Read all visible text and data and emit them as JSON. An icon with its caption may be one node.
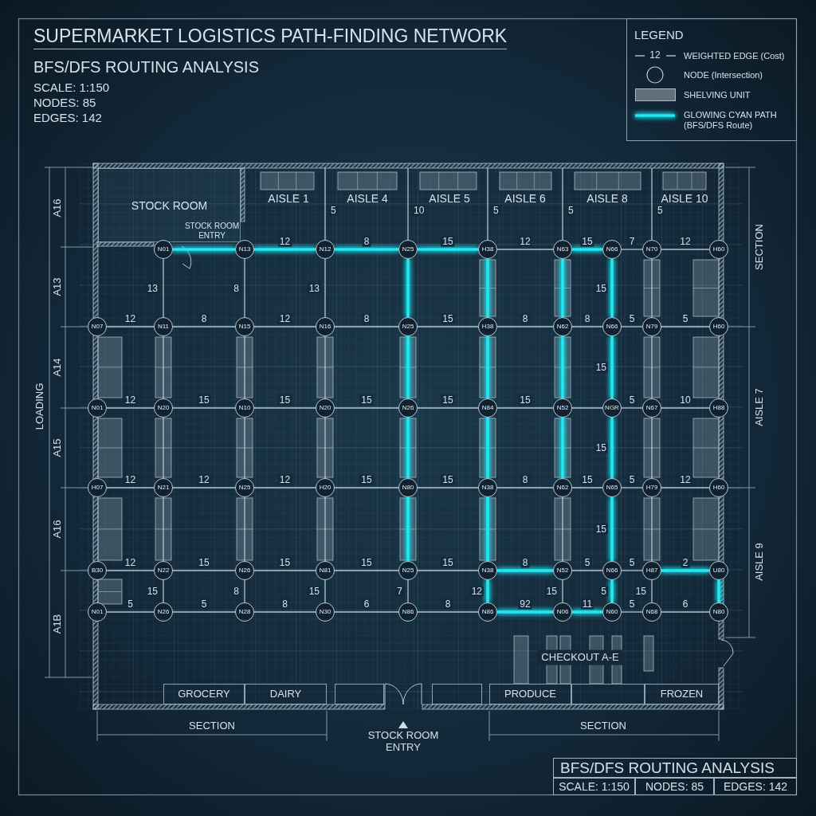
{
  "diagram": {
    "title": "SUPERMARKET LOGISTICS PATH-FINDING NETWORK",
    "nodes": [
      {
        "text": [
          "STOCK ROOM"
        ]
      },
      {
        "text": [
          "N01"
        ]
      },
      {
        "text": [
          "N13"
        ]
      },
      {
        "text": [
          "N12"
        ]
      },
      {
        "text": [
          "N25"
        ]
      },
      {
        "text": [
          "H38"
        ]
      },
      {
        "text": [
          "N63"
        ]
      },
      {
        "text": [
          "N66"
        ]
      },
      {
        "text": [
          "N70"
        ]
      },
      {
        "text": [
          "H60"
        ]
      },
      {
        "text": [
          "N07"
        ]
      },
      {
        "text": [
          "N11"
        ]
      },
      {
        "text": [
          "N15"
        ]
      },
      {
        "text": [
          "N16"
        ]
      },
      {
        "text": [
          "N25"
        ]
      },
      {
        "text": [
          "H38"
        ]
      },
      {
        "text": [
          "N62"
        ]
      },
      {
        "text": [
          "N66"
        ]
      },
      {
        "text": [
          "N79"
        ]
      },
      {
        "text": [
          "H60"
        ]
      },
      {
        "text": [
          "N01"
        ]
      },
      {
        "text": [
          "N20"
        ]
      },
      {
        "text": [
          "N10"
        ]
      },
      {
        "text": [
          "N20"
        ]
      },
      {
        "text": [
          "N26"
        ]
      },
      {
        "text": [
          "N84"
        ]
      },
      {
        "text": [
          "N52"
        ]
      },
      {
        "text": [
          "NGR"
        ]
      },
      {
        "text": [
          "N67"
        ]
      },
      {
        "text": [
          "H88"
        ]
      },
      {
        "text": [
          "H07"
        ]
      },
      {
        "text": [
          "N21"
        ]
      },
      {
        "text": [
          "N25"
        ]
      },
      {
        "text": [
          "H20"
        ]
      },
      {
        "text": [
          "N80"
        ]
      },
      {
        "text": [
          "N38"
        ]
      },
      {
        "text": [
          "N62"
        ]
      },
      {
        "text": [
          "N65"
        ]
      },
      {
        "text": [
          "H79"
        ]
      },
      {
        "text": [
          "H60"
        ]
      },
      {
        "text": [
          "B30"
        ]
      },
      {
        "text": [
          "N22"
        ]
      },
      {
        "text": [
          "N26"
        ]
      },
      {
        "text": [
          "N81"
        ]
      },
      {
        "text": [
          "N25"
        ]
      },
      {
        "text": [
          "N38"
        ]
      },
      {
        "text": [
          "N52"
        ]
      },
      {
        "text": [
          "N66"
        ]
      },
      {
        "text": [
          "H87"
        ]
      },
      {
        "text": [
          "U80"
        ]
      },
      {
        "text": [
          "N01"
        ]
      },
      {
        "text": [
          "N26"
        ]
      },
      {
        "text": [
          "N28"
        ]
      },
      {
        "text": [
          "N30"
        ]
      },
      {
        "text": [
          "N86"
        ]
      },
      {
        "text": [
          "N86"
        ]
      },
      {
        "text": [
          "N06"
        ]
      },
      {
        "text": [
          "N60"
        ]
      },
      {
        "text": [
          "N68"
        ]
      },
      {
        "text": [
          "N80"
        ]
      },
      {
        "text": [
          "GROCERY"
        ]
      },
      {
        "text": [
          "DAIRY"
        ]
      },
      {
        "text": [],
        "shape": "box"
      },
      {
        "text": [],
        "shape": "box"
      },
      {
        "text": [
          "PRODUCE"
        ]
      },
      {
        "text": [],
        "shape": "box"
      },
      {
        "text": [
          "FROZEN"
        ]
      }
    ],
    "edges": [
      {
        "from": null,
        "to": 3,
        "arrow": "none",
        "label": "5"
      },
      {
        "from": null,
        "to": 4,
        "arrow": "none",
        "label": "10"
      },
      {
        "from": null,
        "to": 5,
        "arrow": "none",
        "label": "5"
      },
      {
        "from": null,
        "to": 6,
        "arrow": "none",
        "label": "5"
      },
      {
        "from": null,
        "to": 8,
        "arrow": "none",
        "label": "5"
      },
      {
        "from": 1,
        "to": 2,
        "arrow": "none",
        "style": "thick",
        "color": "#22e6f2"
      },
      {
        "from": 2,
        "to": 3,
        "arrow": "none",
        "label": "12",
        "style": "thick",
        "color": "#22e6f2"
      },
      {
        "from": 3,
        "to": 4,
        "arrow": "none",
        "label": "8",
        "style": "thick",
        "color": "#22e6f2"
      },
      {
        "from": 4,
        "to": 5,
        "arrow": "none",
        "label": "15",
        "style": "thick",
        "color": "#22e6f2"
      },
      {
        "from": 5,
        "to": 6,
        "arrow": "none",
        "label": "12"
      },
      {
        "from": 6,
        "to": 7,
        "arrow": "none",
        "label": "15",
        "style": "thick",
        "color": "#22e6f2"
      },
      {
        "from": 7,
        "to": 8,
        "arrow": "none",
        "label": "7"
      },
      {
        "from": 8,
        "to": 9,
        "arrow": "none",
        "label": "12"
      },
      {
        "from": 1,
        "to": 11,
        "arrow": "none",
        "label": "13"
      },
      {
        "from": 2,
        "to": 12,
        "arrow": "none",
        "label": "8"
      },
      {
        "from": 3,
        "to": 13,
        "arrow": "none",
        "label": "13"
      },
      {
        "from": 4,
        "to": 14,
        "arrow": "none",
        "style": "thick",
        "color": "#22e6f2"
      },
      {
        "from": 5,
        "to": 15,
        "arrow": "none",
        "style": "thick",
        "color": "#22e6f2"
      },
      {
        "from": 6,
        "to": 16,
        "arrow": "none",
        "style": "thick",
        "color": "#22e6f2"
      },
      {
        "from": 7,
        "to": 17,
        "arrow": "none",
        "label": "15",
        "style": "thick",
        "color": "#22e6f2"
      },
      {
        "from": 8,
        "to": 18,
        "arrow": "none"
      },
      {
        "from": 10,
        "to": 11,
        "arrow": "none",
        "label": "12"
      },
      {
        "from": 11,
        "to": 12,
        "arrow": "none",
        "label": "8"
      },
      {
        "from": 12,
        "to": 13,
        "arrow": "none",
        "label": "12"
      },
      {
        "from": 13,
        "to": 14,
        "arrow": "none",
        "label": "8"
      },
      {
        "from": 14,
        "to": 15,
        "arrow": "none",
        "label": "15"
      },
      {
        "from": 15,
        "to": 16,
        "arrow": "none",
        "label": "8"
      },
      {
        "from": 16,
        "to": 17,
        "arrow": "none",
        "label": "8"
      },
      {
        "from": 17,
        "to": 18,
        "arrow": "none",
        "label": "5"
      },
      {
        "from": 18,
        "to": 19,
        "arrow": "none",
        "label": "5"
      },
      {
        "from": 11,
        "to": 21,
        "arrow": "none"
      },
      {
        "from": 12,
        "to": 22,
        "arrow": "none"
      },
      {
        "from": 13,
        "to": 23,
        "arrow": "none"
      },
      {
        "from": 14,
        "to": 24,
        "arrow": "none",
        "style": "thick",
        "color": "#22e6f2"
      },
      {
        "from": 15,
        "to": 25,
        "arrow": "none",
        "style": "thick",
        "color": "#22e6f2"
      },
      {
        "from": 16,
        "to": 26,
        "arrow": "none",
        "style": "thick",
        "color": "#22e6f2"
      },
      {
        "from": 17,
        "to": 27,
        "arrow": "none",
        "label": "15",
        "style": "thick",
        "color": "#22e6f2"
      },
      {
        "from": 18,
        "to": 28,
        "arrow": "none"
      },
      {
        "from": 20,
        "to": 21,
        "arrow": "none",
        "label": "12"
      },
      {
        "from": 21,
        "to": 22,
        "arrow": "none",
        "label": "15"
      },
      {
        "from": 22,
        "to": 23,
        "arrow": "none",
        "label": "15"
      },
      {
        "from": 23,
        "to": 24,
        "arrow": "none",
        "label": "15"
      },
      {
        "from": 24,
        "to": 25,
        "arrow": "none",
        "label": "15"
      },
      {
        "from": 25,
        "to": 26,
        "arrow": "none",
        "label": "15"
      },
      {
        "from": 26,
        "to": 27,
        "arrow": "none"
      },
      {
        "from": 27,
        "to": 28,
        "arrow": "none",
        "label": "5"
      },
      {
        "from": 28,
        "to": 29,
        "arrow": "none",
        "label": "10"
      },
      {
        "from": 21,
        "to": 31,
        "arrow": "none"
      },
      {
        "from": 22,
        "to": 32,
        "arrow": "none"
      },
      {
        "from": 23,
        "to": 33,
        "arrow": "none"
      },
      {
        "from": 24,
        "to": 34,
        "arrow": "none",
        "style": "thick",
        "color": "#22e6f2"
      },
      {
        "from": 25,
        "to": 35,
        "arrow": "none",
        "style": "thick",
        "color": "#22e6f2"
      },
      {
        "from": 26,
        "to": 36,
        "arrow": "none",
        "style": "thick",
        "color": "#22e6f2"
      },
      {
        "from": 27,
        "to": 37,
        "arrow": "none",
        "label": "15",
        "style": "thick",
        "color": "#22e6f2"
      },
      {
        "from": 28,
        "to": 38,
        "arrow": "none"
      },
      {
        "from": 30,
        "to": 31,
        "arrow": "none",
        "label": "12"
      },
      {
        "from": 31,
        "to": 32,
        "arrow": "none",
        "label": "12"
      },
      {
        "from": 32,
        "to": 33,
        "arrow": "none",
        "label": "12"
      },
      {
        "from": 33,
        "to": 34,
        "arrow": "none",
        "label": "15"
      },
      {
        "from": 34,
        "to": 35,
        "arrow": "none",
        "label": "15"
      },
      {
        "from": 35,
        "to": 36,
        "arrow": "none",
        "label": "8"
      },
      {
        "from": 36,
        "to": 37,
        "arrow": "none",
        "label": "15"
      },
      {
        "from": 37,
        "to": 38,
        "arrow": "none",
        "label": "5"
      },
      {
        "from": 38,
        "to": 39,
        "arrow": "none",
        "label": "12"
      },
      {
        "from": 31,
        "to": 41,
        "arrow": "none"
      },
      {
        "from": 32,
        "to": 42,
        "arrow": "none"
      },
      {
        "from": 33,
        "to": 43,
        "arrow": "none"
      },
      {
        "from": 34,
        "to": 44,
        "arrow": "none",
        "style": "thick",
        "color": "#22e6f2"
      },
      {
        "from": 35,
        "to": 45,
        "arrow": "none",
        "style": "thick",
        "color": "#22e6f2"
      },
      {
        "from": 36,
        "to": 46,
        "arrow": "none"
      },
      {
        "from": 37,
        "to": 47,
        "arrow": "none",
        "label": "15",
        "style": "thick",
        "color": "#22e6f2"
      },
      {
        "from": 38,
        "to": 48,
        "arrow": "none"
      },
      {
        "from": 40,
        "to": 41,
        "arrow": "none",
        "label": "12"
      },
      {
        "from": 41,
        "to": 42,
        "arrow": "none",
        "label": "15"
      },
      {
        "from": 42,
        "to": 43,
        "arrow": "none",
        "label": "15"
      },
      {
        "from": 43,
        "to": 44,
        "arrow": "none",
        "label": "15"
      },
      {
        "from": 44,
        "to": 45,
        "arrow": "none",
        "label": "15"
      },
      {
        "from": 45,
        "to": 46,
        "arrow": "none",
        "label": "8",
        "style": "thick",
        "color": "#22e6f2"
      },
      {
        "from": 46,
        "to": 47,
        "arrow": "none",
        "label": "5"
      },
      {
        "from": 47,
        "to": 48,
        "arrow": "none",
        "label": "5"
      },
      {
        "from": 48,
        "to": 49,
        "arrow": "none",
        "label": "2",
        "style": "thick",
        "color": "#22e6f2"
      },
      {
        "from": 41,
        "to": 51,
        "arrow": "none",
        "label": "15"
      },
      {
        "from": 42,
        "to": 52,
        "arrow": "none",
        "label": "8"
      },
      {
        "from": 43,
        "to": 53,
        "arrow": "none",
        "label": "15"
      },
      {
        "from": 44,
        "to": 54,
        "arrow": "none",
        "label": "7"
      },
      {
        "from": 45,
        "to": 55,
        "arrow": "none",
        "label": "12",
        "style": "thick",
        "color": "#22e6f2"
      },
      {
        "from": 46,
        "to": 56,
        "arrow": "none",
        "label": "15"
      },
      {
        "from": 47,
        "to": 57,
        "arrow": "none",
        "label": "5",
        "style": "thick",
        "color": "#22e6f2"
      },
      {
        "from": 48,
        "to": 58,
        "arrow": "none",
        "label": "15"
      },
      {
        "from": 49,
        "to": 59,
        "arrow": "none",
        "style": "thick",
        "color": "#22e6f2"
      },
      {
        "from": 50,
        "to": 51,
        "arrow": "none",
        "label": "5"
      },
      {
        "from": 51,
        "to": 52,
        "arrow": "none",
        "label": "5"
      },
      {
        "from": 52,
        "to": 53,
        "arrow": "none",
        "label": "8"
      },
      {
        "from": 53,
        "to": 54,
        "arrow": "none",
        "label": "6"
      },
      {
        "from": 54,
        "to": 55,
        "arrow": "none",
        "label": "8"
      },
      {
        "from": 55,
        "to": 56,
        "arrow": "none",
        "label": "92",
        "style": "thick",
        "color": "#22e6f2"
      },
      {
        "from": 56,
        "to": 57,
        "arrow": "none",
        "label": "11",
        "style": "thick",
        "color": "#22e6f2"
      },
      {
        "from": 57,
        "to": 58,
        "arrow": "none",
        "label": "5"
      },
      {
        "from": 58,
        "to": 59,
        "arrow": "none",
        "label": "6"
      }
    ],
    "labels": [
      "BFS/DFS ROUTING ANALYSIS",
      "SCALE: 1:150",
      "NODES: 85",
      "EDGES: 142",
      "LEGEND",
      "12",
      "AISLE 1",
      "AISLE 4",
      "AISLE 5",
      "AISLE 6",
      "AISLE 8",
      "AISLE 10",
      "STOCK ROOM ENTRY",
      "A16",
      "A13",
      "SECTION",
      "A14",
      "LOADING",
      "AISLE 7",
      "A15",
      "A16",
      "AISLE 9",
      "A1B",
      "CHECKOUT A-E",
      "SECTION",
      "STOCK ROOM ENTRY",
      "SECTION",
      "BFS/DFS ROUTING ANALYSIS",
      "SCALE: 1:150",
      "NODES: 85",
      "EDGES: 142"
    ],
    "legend": [
      {
        "text": "WEIGHTED EDGE (Cost)"
      },
      {
        "text": "NODE (Intersection)"
      },
      {
        "text": "SHELVING UNIT",
        "color": "#5f6f7b"
      },
      {
        "text": "GLOWING CYAN PATH (BFS/DFS Route)"
      }
    ]
  }
}
